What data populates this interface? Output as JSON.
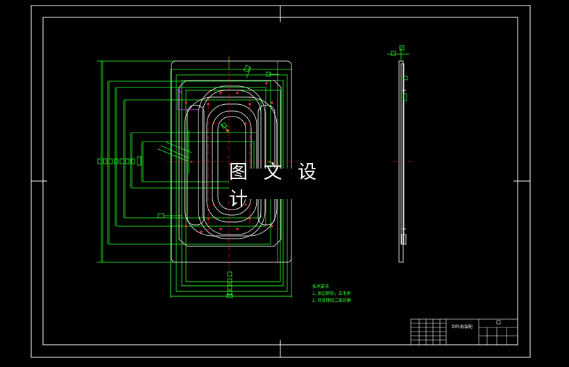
{
  "watermark": "图 文 设 计",
  "notes": {
    "heading": "技术要求",
    "line1": "1. 锐边倒钝，去毛刺",
    "line2": "2. 热处理后二级研磨"
  },
  "title_block": {
    "part_name": "卸料板装配"
  },
  "colors": {
    "background": "#000000",
    "frame": "#ffffff",
    "part_outline": "#d8d8d8",
    "dimension": "#22ff22",
    "center_line": "#ff2020",
    "hole_mark": "#ff3030",
    "leader": "#cc44ff"
  }
}
